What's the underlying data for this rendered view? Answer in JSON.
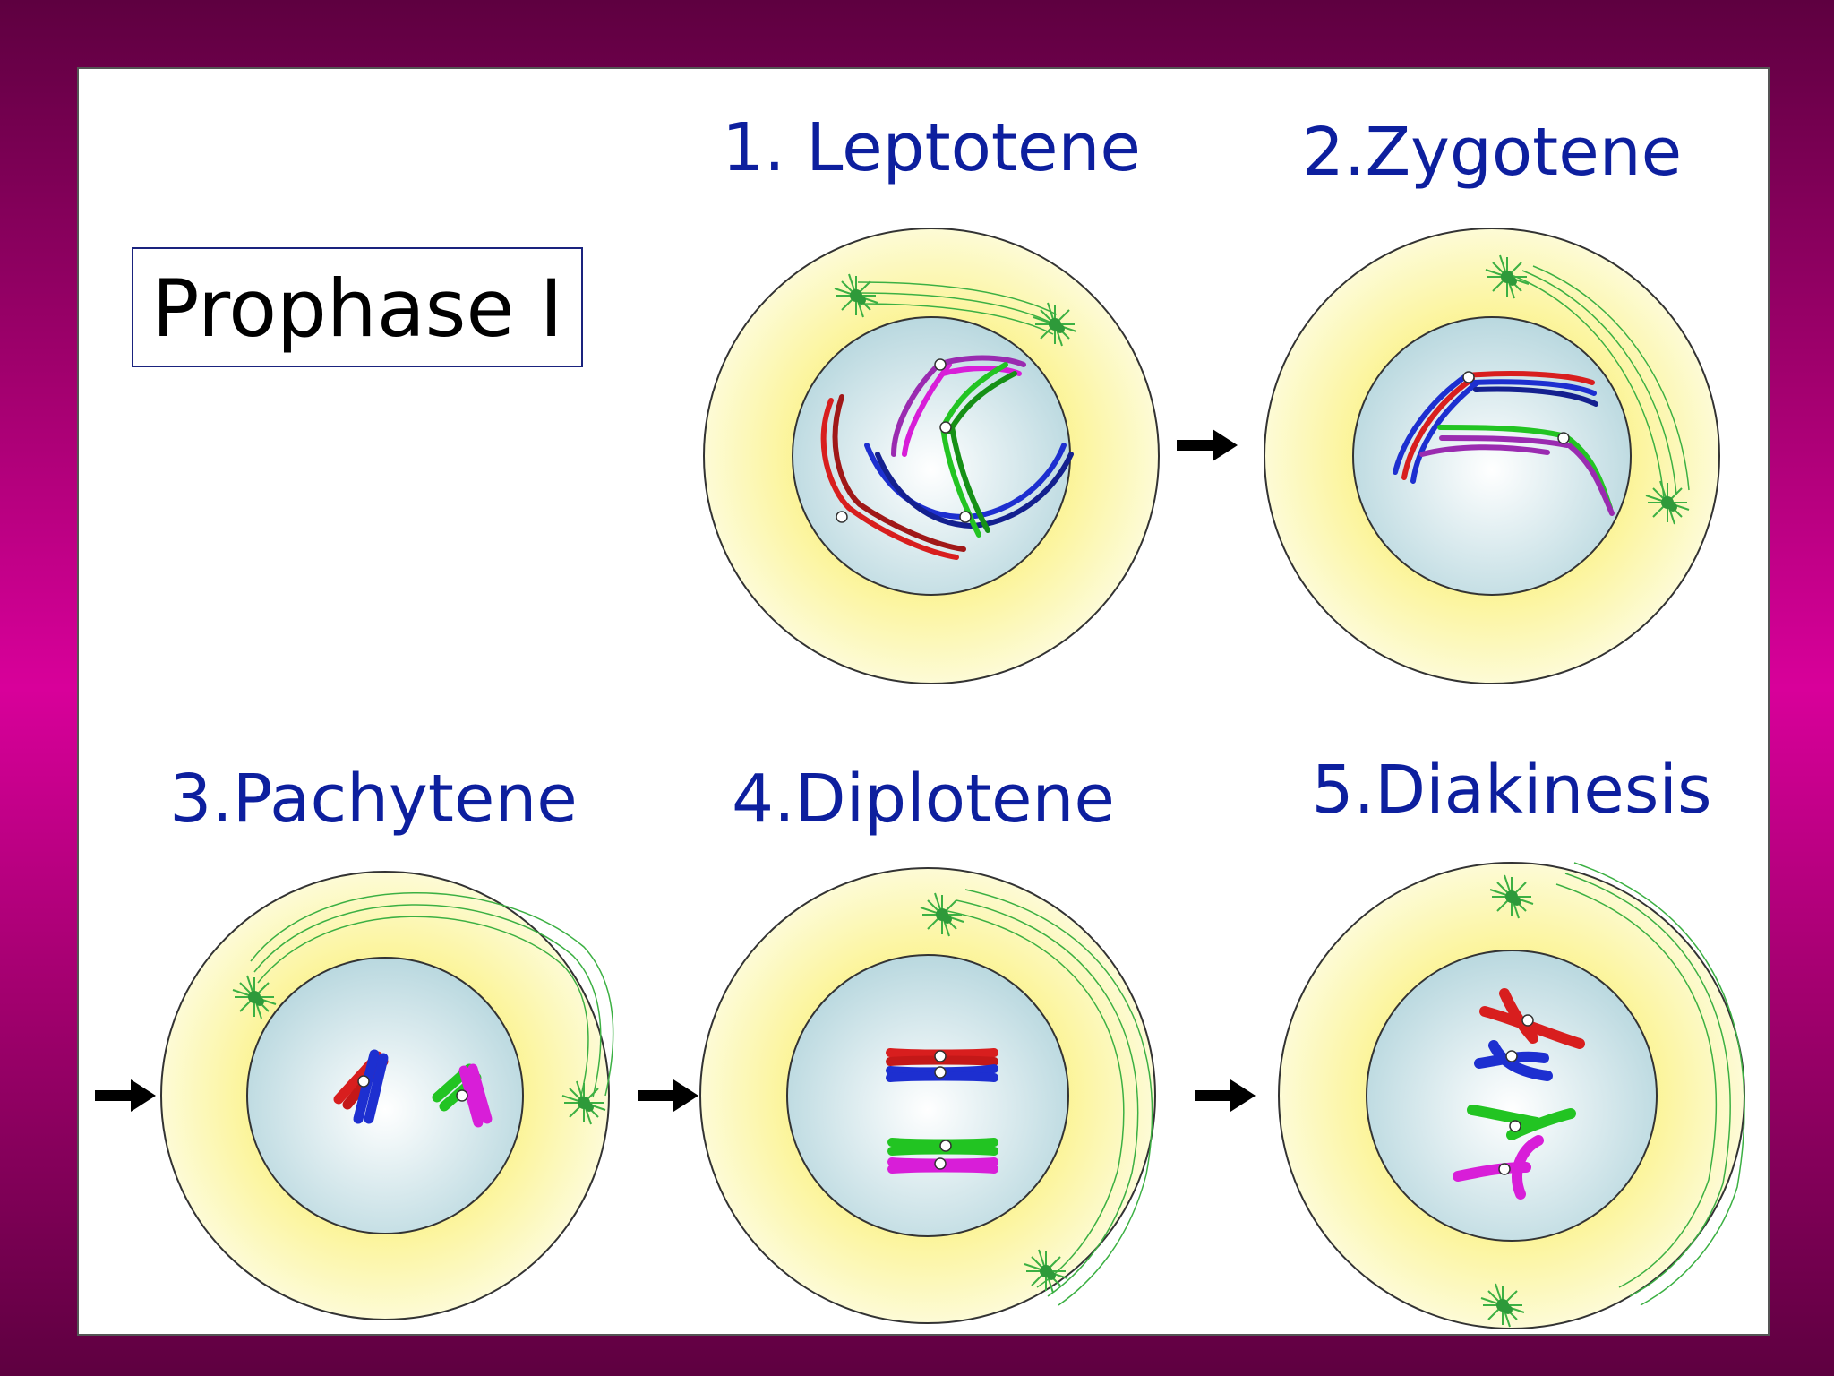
{
  "title": "Prophase I",
  "stages": [
    {
      "label": "1. Leptotene"
    },
    {
      "label": "2.Zygotene"
    },
    {
      "label": "3.Pachytene"
    },
    {
      "label": "4.Diplotene"
    },
    {
      "label": "5.Diakinesis"
    }
  ],
  "colors": {
    "background": "#a3006f",
    "label_text": "#0d1f9e",
    "cytoplasm": "#fbf4a6",
    "nucleus": "#cfe4e8",
    "spindle": "#3cb043",
    "chromosome_red": "#d81e1e",
    "chromosome_blue": "#1d2fd0",
    "chromosome_green": "#22c422",
    "chromosome_magenta": "#d81ed8",
    "chromosome_purple": "#9a2bb0"
  }
}
